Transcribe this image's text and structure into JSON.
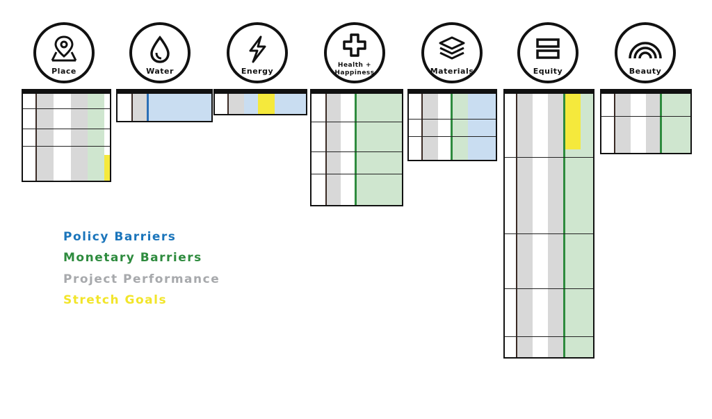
{
  "petals": [
    {
      "label": "Place",
      "icon": "map-pin-icon"
    },
    {
      "label": "Water",
      "icon": "water-drop-icon"
    },
    {
      "label": "Energy",
      "icon": "lightning-bolt-icon"
    },
    {
      "label": "Health +",
      "label2": "Happiness",
      "icon": "medical-cross-icon"
    },
    {
      "label": "Materials",
      "icon": "layers-stack-icon"
    },
    {
      "label": "Equity",
      "icon": "equals-bars-icon"
    },
    {
      "label": "Beauty",
      "icon": "rainbow-arches-icon"
    }
  ],
  "legend": [
    {
      "label": "Policy Barriers",
      "color": "#1b75bb"
    },
    {
      "label": "Monetary Barriers",
      "color": "#2e8b3e"
    },
    {
      "label": "Project Performance",
      "color": "#a7a9ac"
    },
    {
      "label": "Stretch Goals",
      "color": "#f2e52a"
    }
  ],
  "colors": {
    "grey": "#d8d8d8",
    "blue": "#c9ddf1",
    "green": "#cfe6cf",
    "yellow": "#f5e93c",
    "brown": "#3a2a24",
    "darkgreen": "#2e8b3e",
    "accentblue": "#2b6fb6"
  }
}
